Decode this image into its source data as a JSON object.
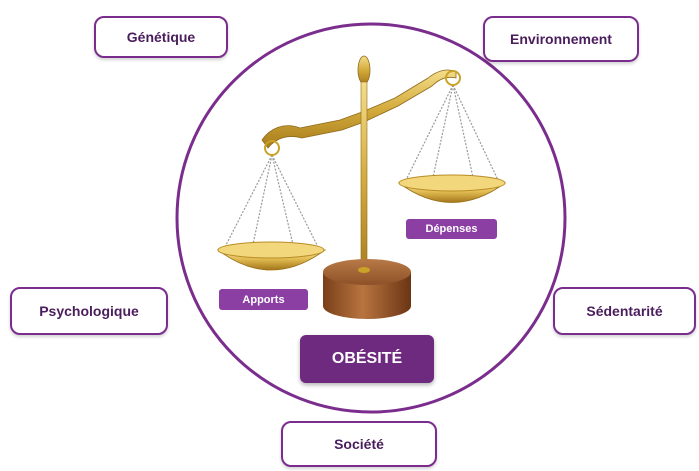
{
  "factors": {
    "genetique": "Génétique",
    "environnement": "Environnement",
    "psychologique": "Psychologique",
    "sedentarite": "Sédentarité",
    "societe": "Société"
  },
  "scale": {
    "left_pan_label": "Apports",
    "right_pan_label": "Dépenses",
    "center_label": "OBÉSITÉ"
  },
  "colors": {
    "ring": "#7b2d8e",
    "factor_border": "#7b2d8e",
    "factor_text": "#4a1d5c",
    "tag_fill": "#8b3fa3",
    "center_fill": "#6e2a7f",
    "gold": "#c9a227",
    "wood": "#9a5a2e"
  }
}
